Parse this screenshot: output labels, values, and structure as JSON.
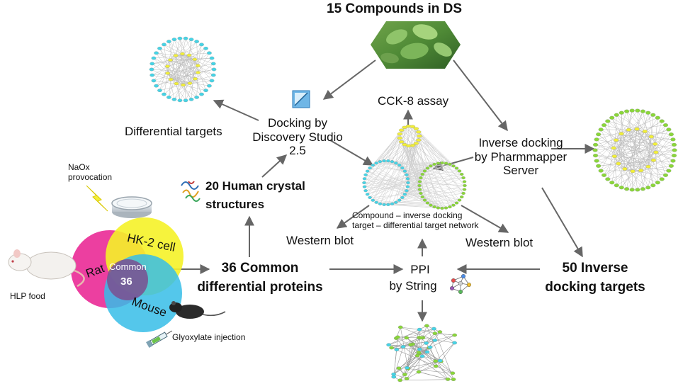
{
  "title": "15 Compounds in DS",
  "docking": {
    "line1": "Docking by",
    "line2": "Discovery Studio",
    "line3": "2.5"
  },
  "differential_targets": "Differential targets",
  "cck8": "CCK-8 assay",
  "inverse": {
    "line1": "Inverse docking",
    "line2": "by Pharmmapper",
    "line3": "Server"
  },
  "crystal": {
    "line1": "20 Human crystal",
    "line2": "structures"
  },
  "network_caption": {
    "line1": "Compound – inverse docking",
    "line2": "target – differential target network"
  },
  "western_left": "Western blot",
  "western_right": "Western blot",
  "naox": {
    "line1": "NaOx",
    "line2": "provocation"
  },
  "venn": {
    "rat": "Rat",
    "hk2": "HK-2 cell",
    "mouse": "Mouse",
    "common": "Common",
    "count": "36"
  },
  "hlp_food": "HLP food",
  "glyoxylate": "Glyoxylate injection",
  "common_proteins": {
    "line1": "36 Common",
    "line2": "differential proteins"
  },
  "ppi": {
    "line1": "PPI",
    "line2": "by String"
  },
  "inverse_targets": {
    "line1": "50 Inverse",
    "line2": "docking targets"
  },
  "colors": {
    "yellow_node": "#f2ef3a",
    "cyan_node": "#46d4e6",
    "green_node": "#8ad63a",
    "venn_rat": "#ec3fa0",
    "venn_hk2": "#f5f228",
    "venn_mouse": "#36bde8",
    "venn_center": "#7b4f8f",
    "arrow": "#666666"
  }
}
